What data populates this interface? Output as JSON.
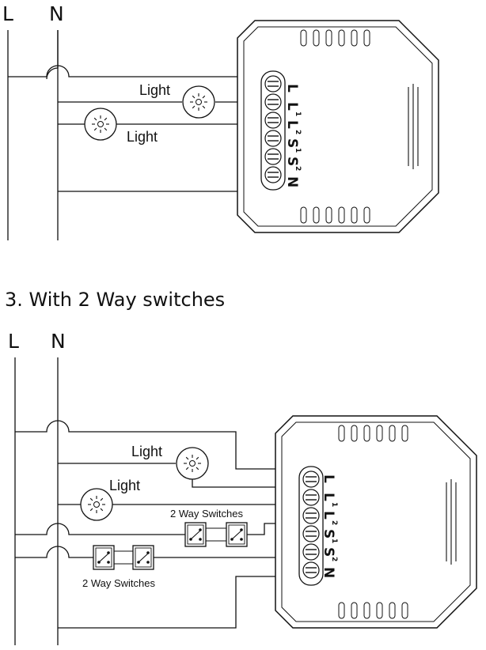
{
  "diagram1": {
    "line_label": "L",
    "neutral_label": "N",
    "light1_label": "Light",
    "light2_label": "Light"
  },
  "section_heading": "3. With 2 Way switches",
  "diagram2": {
    "line_label": "L",
    "neutral_label": "N",
    "light1_label": "Light",
    "light2_label": "Light",
    "switch_group1_label": "2 Way Switches",
    "switch_group2_label": "2 Way Switches"
  },
  "module": {
    "terminals": [
      {
        "main": "L",
        "sup": ""
      },
      {
        "main": "L",
        "sup": "1"
      },
      {
        "main": "L",
        "sup": "2"
      },
      {
        "main": "S",
        "sup": "1"
      },
      {
        "main": "S",
        "sup": "2"
      },
      {
        "main": "N",
        "sup": ""
      }
    ]
  }
}
